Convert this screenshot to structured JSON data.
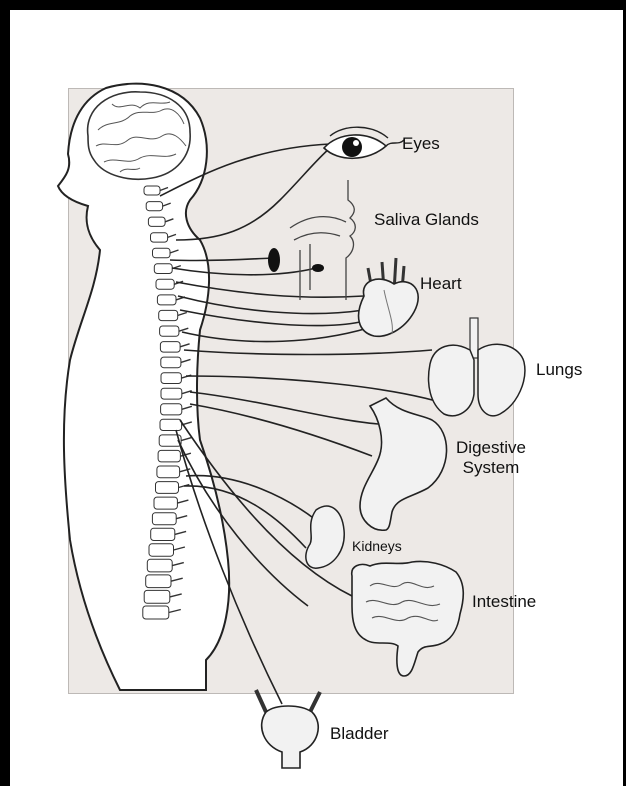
{
  "diagram": {
    "labels": {
      "eyes": "Eyes",
      "saliva_glands": "Saliva Glands",
      "heart": "Heart",
      "lungs": "Lungs",
      "digestive_line1": "Digestive",
      "digestive_line2": "System",
      "kidneys": "Kidneys",
      "intestine": "Intestine",
      "bladder": "Bladder"
    }
  },
  "colors": {
    "panel": "#ede9e6",
    "organ_fill": "#f2f2f2",
    "outline": "#222222",
    "background": "#ffffff",
    "border": "#000000"
  }
}
